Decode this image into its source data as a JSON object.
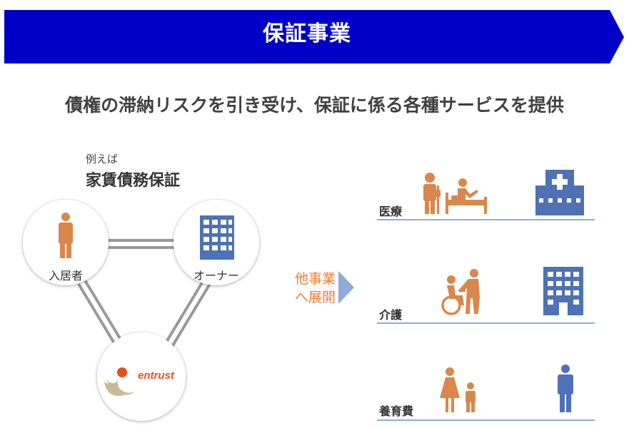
{
  "header": {
    "title": "保証事業",
    "bar_color": "#0000C8"
  },
  "subtitle": "債権の滞納リスクを引き受け、保証に係る各種サービスを提供",
  "example": {
    "prefix": "例えば",
    "name": "家賃債務保証"
  },
  "diagram": {
    "nodes": [
      {
        "label": "入居者",
        "icon": "person-icon"
      },
      {
        "label": "オーナー",
        "icon": "building-icon"
      },
      {
        "label": "entrust",
        "icon": "entrust-logo"
      }
    ]
  },
  "expansion": {
    "line1": "他事業",
    "line2": "へ展開",
    "color": "#ED7D31",
    "arrow_color": "#8FAADC"
  },
  "sectors": [
    {
      "label": "医療",
      "icons": [
        "medical-care-icon",
        "hospital-icon"
      ]
    },
    {
      "label": "介護",
      "icons": [
        "caregiver-wheelchair-icon",
        "care-facility-icon"
      ]
    },
    {
      "label": "養育費",
      "icons": [
        "mother-child-icon",
        "father-icon"
      ]
    }
  ],
  "colors": {
    "orange": "#D9874C",
    "blue": "#4F71B5",
    "rule": "#8FAADC"
  }
}
